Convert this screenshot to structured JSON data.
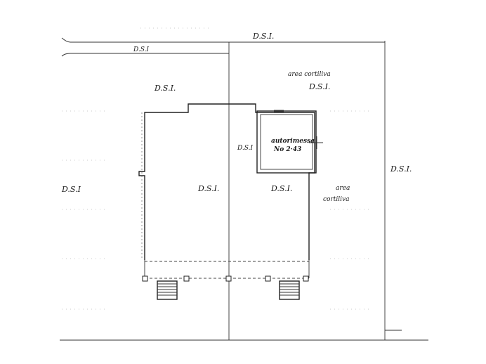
{
  "labels": {
    "dsi_top": "D.S.I.",
    "dsi_strip": "D.S.I",
    "dsi_upper_left": "D.S.I.",
    "area_cortiliva_top": "area cortiliva",
    "dsi_upper_right": "D.S.I.",
    "garage_name": "autorimessa",
    "garage_number": "No 2·43",
    "dsi_garage_side": "D.S.I",
    "dsi_left": "D.S.I",
    "dsi_center": "D.S.I.",
    "dsi_right_center": "D.S.I.",
    "area_cortiliva_right_1": "area",
    "area_cortiliva_right_2": "cortiliva",
    "dsi_far_right": "D.S.I."
  }
}
